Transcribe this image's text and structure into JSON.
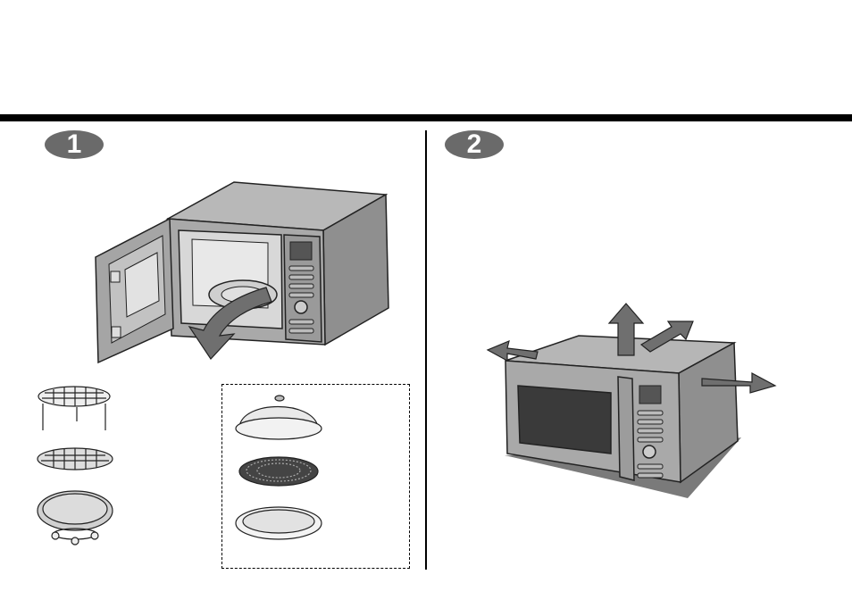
{
  "steps": [
    {
      "number": "1",
      "badge_color": "#6a6a6a"
    },
    {
      "number": "2",
      "badge_color": "#6a6a6a"
    }
  ],
  "colors": {
    "rule": "#000000",
    "appliance_body": "#a9a9a9",
    "appliance_dark": "#7a7a7a",
    "arrow": "#6f6f6f",
    "window": "#3a3a3a"
  },
  "illustrations": {
    "step1": {
      "main": "open-microwave-with-turntable-arrow",
      "accessories_left": [
        "high-rack-icon",
        "low-rack-icon",
        "turntable-on-roller-icon"
      ],
      "accessories_boxed": [
        "dome-lid-icon",
        "crisp-plate-icon",
        "shallow-tray-icon"
      ]
    },
    "step2": {
      "main": "closed-microwave-with-clearance-arrows",
      "arrows": [
        "arrow-up-icon",
        "arrow-left-icon",
        "arrow-back-right-icon",
        "arrow-right-icon"
      ]
    }
  }
}
